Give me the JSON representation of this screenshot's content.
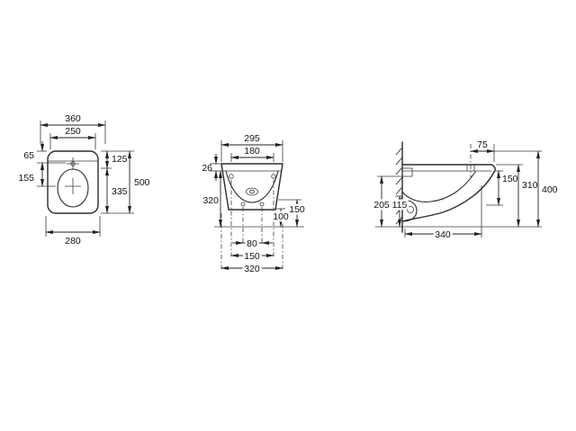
{
  "drawing": {
    "type": "sanitary-ware technical dimension drawing (wall-hung bidet), three orthographic views",
    "plan_view": {
      "width_overall": "360",
      "width_rim": "250",
      "tap_offset": "65",
      "bowl_offset": "155",
      "depth_front": "125",
      "depth_bowl": "335",
      "length_overall": "500",
      "width_bottom": "280"
    },
    "front_view": {
      "width_top": "295",
      "width_inner": "180",
      "rim_height": "26",
      "body_height": "320",
      "outlet_height": "100",
      "inlet_height": "150",
      "bolt_spacing": "80",
      "fixing_spacing": "150",
      "width_base": "320"
    },
    "side_view": {
      "tap_setback": "75",
      "rim_drop": "150",
      "height_inner": "310",
      "height_overall": "400",
      "trap_height": "205",
      "outlet_height": "115",
      "depth_base": "340"
    }
  }
}
